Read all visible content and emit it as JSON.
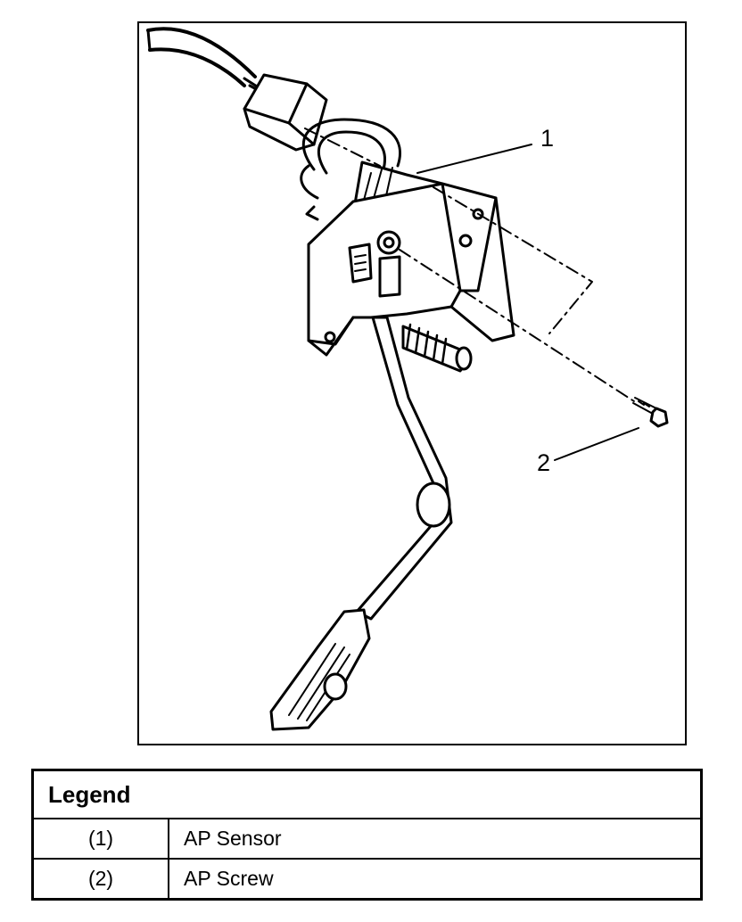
{
  "figure": {
    "callouts": [
      {
        "label": "1"
      },
      {
        "label": "2"
      }
    ]
  },
  "legend": {
    "title": "Legend",
    "rows": [
      {
        "number": "(1)",
        "description": "AP Sensor"
      },
      {
        "number": "(2)",
        "description": "AP Screw"
      }
    ]
  }
}
